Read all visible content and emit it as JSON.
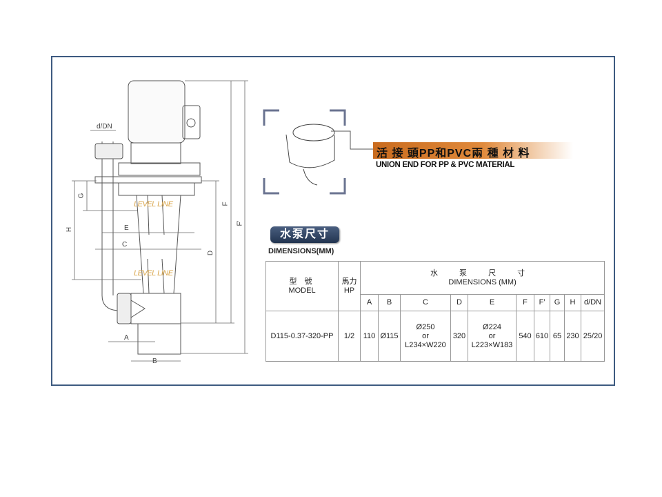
{
  "drawing": {
    "labels": {
      "ddn": "d/DN",
      "g": "G",
      "h": "H",
      "e": "E",
      "c": "C",
      "d": "D",
      "f": "F",
      "fp": "F'",
      "a": "A",
      "b": "B"
    },
    "level_line": "LEVEL LINE"
  },
  "union": {
    "title_cn": "活 接 頭PP和PVC兩 種 材 料",
    "title_en": "UNION END FOR  PP & PVC MATERIAL"
  },
  "section": {
    "badge": "水泵尺寸",
    "subtitle": "DIMENSIONS(MM)"
  },
  "table": {
    "model_cn": "型 號",
    "model_en": "MODEL",
    "hp_cn": "馬力",
    "hp_en": "HP",
    "dims_cn": "水 泵 尺 寸",
    "dims_en": "DIMENSIONS (MM)",
    "columns": [
      "A",
      "B",
      "C",
      "D",
      "E",
      "F",
      "F′",
      "G",
      "H",
      "d/DN"
    ],
    "row": {
      "model": "D115-0.37-320-PP",
      "hp": "1/2",
      "a": "110",
      "b": "Ø115",
      "c1": "Ø250",
      "c2": "or",
      "c3": "L234×W220",
      "d": "320",
      "e1": "Ø224",
      "e2": "or",
      "e3": "L223×W183",
      "f": "540",
      "fp": "610",
      "g": "65",
      "h": "230",
      "ddn": "25/20"
    }
  }
}
